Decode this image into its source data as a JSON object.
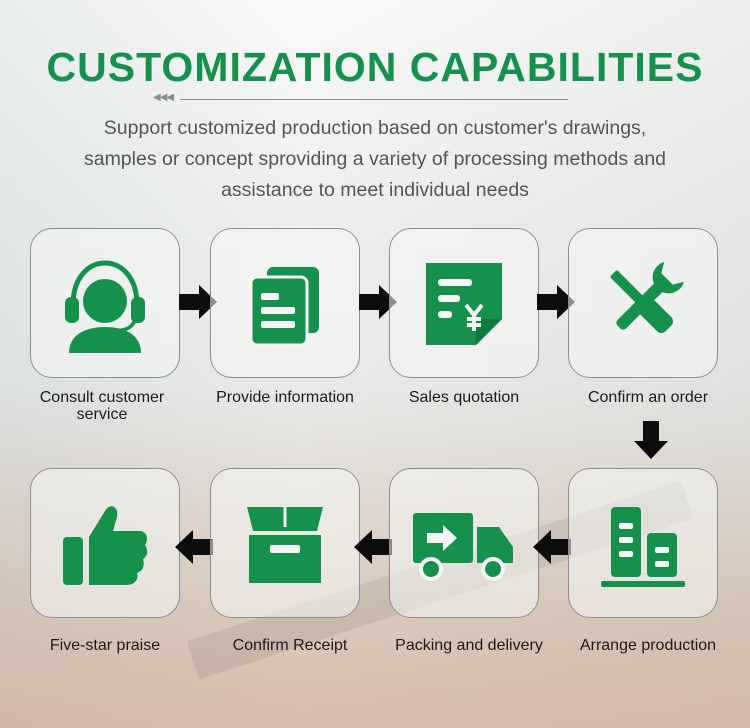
{
  "title": "CUSTOMIZATION CAPABILITIES",
  "title_decoration": "◀◀◀",
  "subtitle": "Support customized production based on customer's drawings, samples or concept sproviding a variety of processing methods and assistance to meet individual needs",
  "accent_color": "#16914d",
  "steps": [
    {
      "label": "Consult customer service",
      "icon": "customer-service-headset-icon"
    },
    {
      "label": "Provide information",
      "icon": "documents-icon"
    },
    {
      "label": "Sales quotation",
      "icon": "yen-invoice-icon"
    },
    {
      "label": "Confirm an order",
      "icon": "wrench-screwdriver-icon"
    },
    {
      "label": "Arrange production",
      "icon": "factory-buildings-icon"
    },
    {
      "label": "Packing and delivery",
      "icon": "delivery-truck-icon"
    },
    {
      "label": "Confirm Receipt",
      "icon": "package-box-icon"
    },
    {
      "label": "Five-star praise",
      "icon": "thumbs-up-icon"
    }
  ]
}
